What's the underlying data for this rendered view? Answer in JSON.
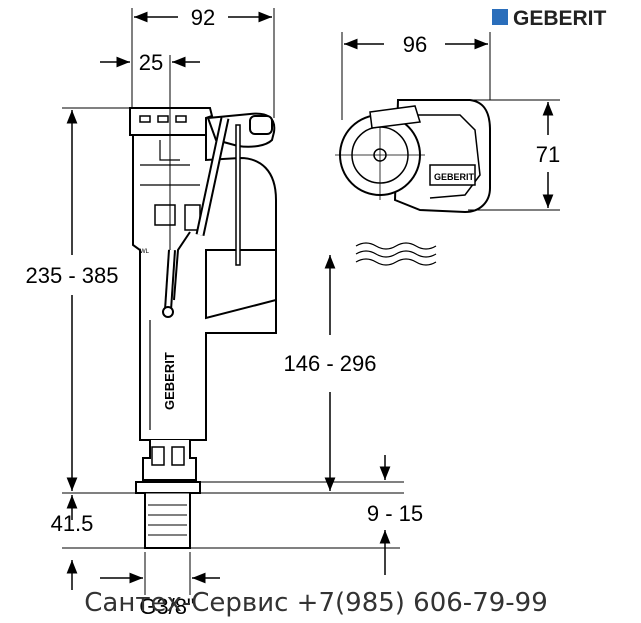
{
  "brand": {
    "name": "GEBERIT",
    "color": "#2a6ebb"
  },
  "dimensions": {
    "width_top": "92",
    "offset_top": "25",
    "width_top_view": "96",
    "depth_top_view": "71",
    "total_height": "235 - 385",
    "water_level": "146 - 296",
    "shank_adjust": "9 - 15",
    "shank_length": "41.5",
    "thread": "G3/8\""
  },
  "labels": {
    "wl_mark": "WL",
    "body_logo": "GEBERIT",
    "top_view_logo": "GEBERIT"
  },
  "watermark": "Сантех-Сервис +7(985) 606-79-99"
}
